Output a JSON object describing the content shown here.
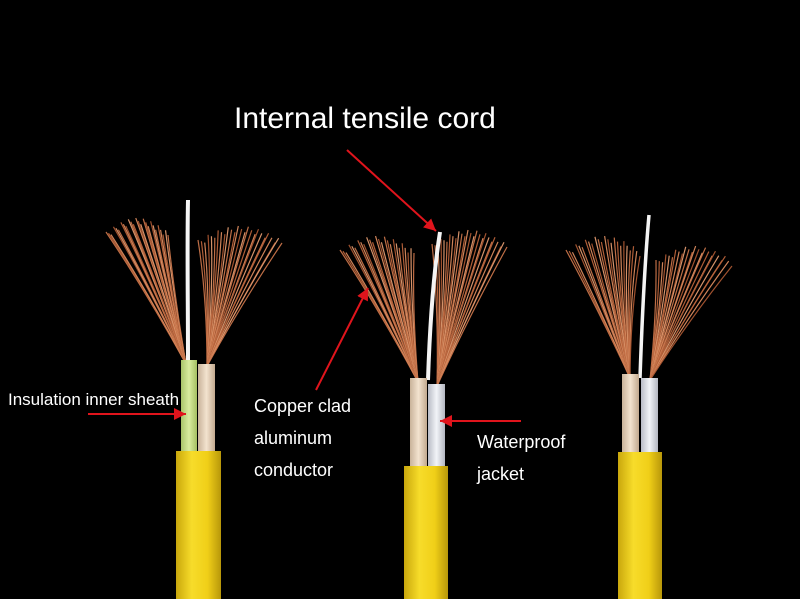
{
  "labels": {
    "title": "Internal tensile cord",
    "insulation": "Insulation inner sheath",
    "copper": "Copper clad\naluminum\nconductor",
    "waterproof": "Waterproof\njacket"
  },
  "colors": {
    "background": "#000000",
    "outer_jacket": "#f3d11a",
    "arrow": "#e0141c",
    "copper_strand": "#c8744a",
    "tensile_cord": "#f4f4f4",
    "core_green": "#c9de8a",
    "core_beige": "#ead7c2",
    "core_white": "#dcdfe6"
  },
  "icons": [
    "cable-1-image",
    "cable-2-image",
    "cable-3-image"
  ]
}
